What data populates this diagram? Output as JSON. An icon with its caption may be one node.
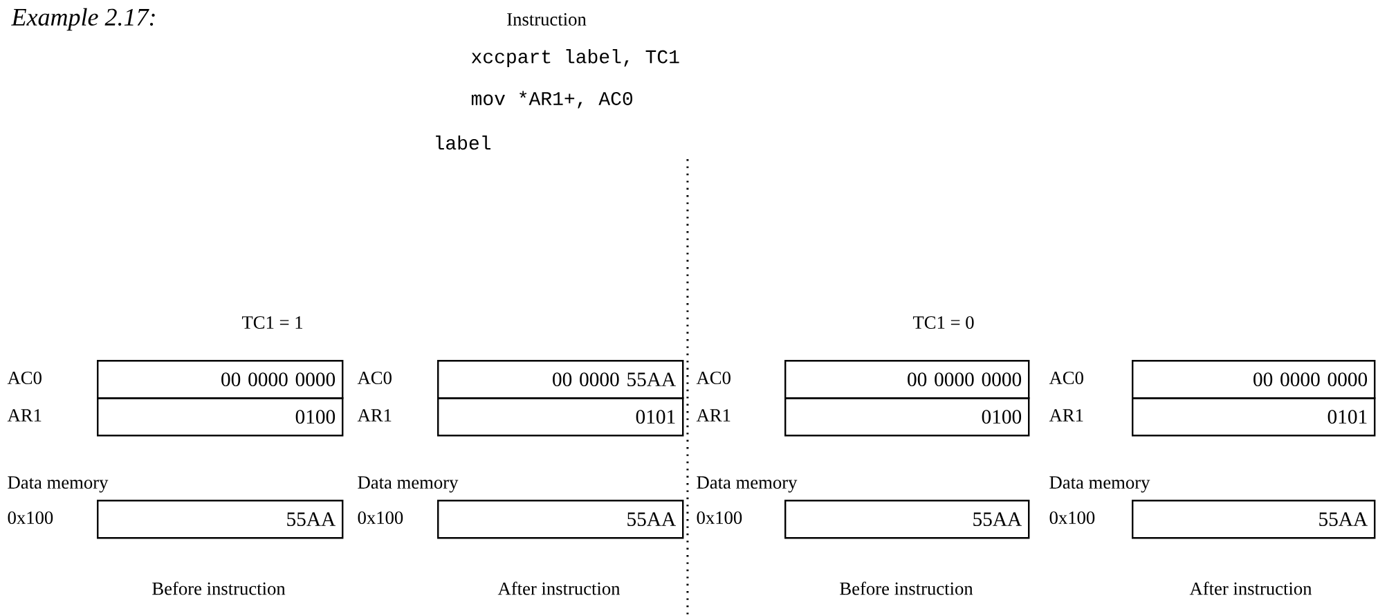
{
  "diagram": {
    "title": "Example 2.17:",
    "nodes": [
      {
        "text": [
          "00 0000 0000"
        ]
      },
      {
        "text": [
          "0100"
        ]
      },
      {
        "text": [
          "55AA"
        ]
      },
      {
        "text": [
          "00 0000 55AA"
        ]
      },
      {
        "text": [
          "0101"
        ]
      },
      {
        "text": [
          "55AA"
        ]
      },
      {
        "text": [
          "00 0000 0000"
        ]
      },
      {
        "text": [
          "0100"
        ]
      },
      {
        "text": [
          "55AA"
        ]
      },
      {
        "text": [
          "00 0000 0000"
        ]
      },
      {
        "text": [
          "0101"
        ]
      },
      {
        "text": [
          "55AA"
        ]
      }
    ],
    "edges": [],
    "labels": [
      "Instruction",
      "xccpart label, TC1",
      "mov *AR1+, AC0",
      "label",
      "TC1 = 1",
      "TC1 = 0",
      "AC0",
      "AC0",
      "AC0",
      "AC0",
      "AR1",
      "AR1",
      "AR1",
      "AR1",
      "Data memory",
      "Data memory",
      "Data memory",
      "Data memory",
      "0x100",
      "0x100",
      "0x100",
      "0x100",
      "Before instruction",
      "After instruction",
      "Before instruction",
      "After instruction"
    ]
  }
}
